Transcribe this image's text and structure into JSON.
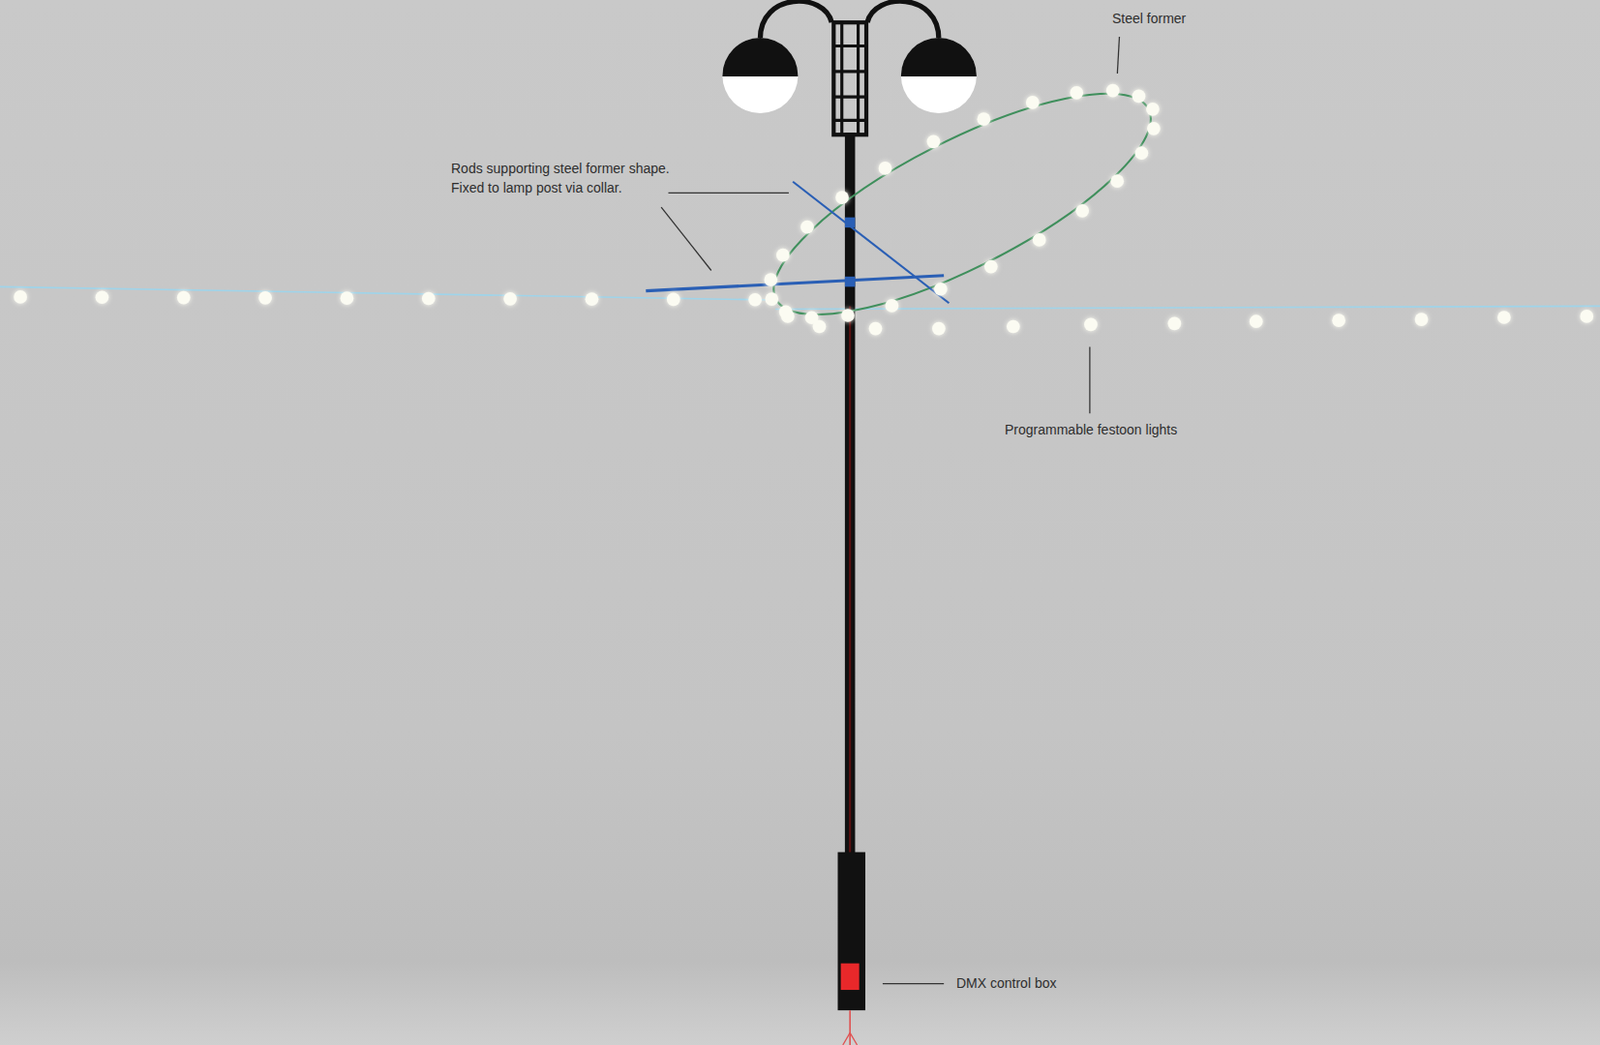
{
  "diagram": {
    "labels": [
      "Steel former",
      "Rods supporting steel former shape. Fixed to lamp post via collar.",
      "Programmable festoon lights",
      "DMX control box"
    ]
  }
}
